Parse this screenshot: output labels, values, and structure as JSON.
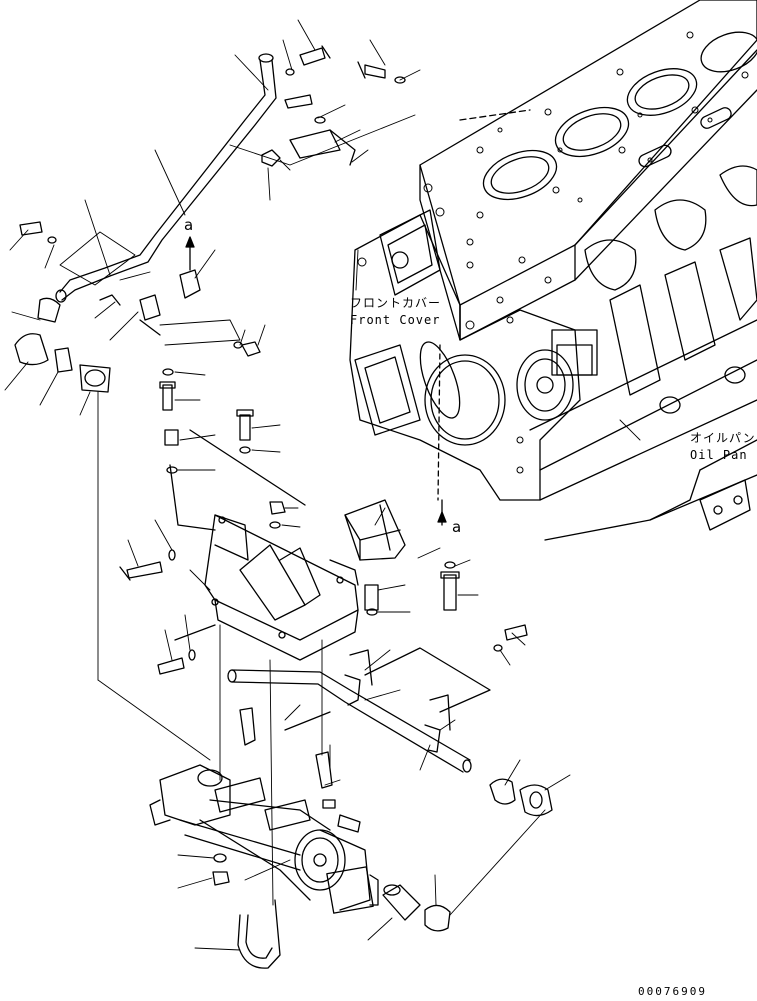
{
  "labels": {
    "front_cover_jp": "フロントカバー",
    "front_cover_en": "Front Cover",
    "oil_pan_jp": "オイルパン",
    "oil_pan_en": "Oil Pan",
    "ref_a_top": "a",
    "ref_a_mid": "a"
  },
  "drawing_number": "00076909"
}
